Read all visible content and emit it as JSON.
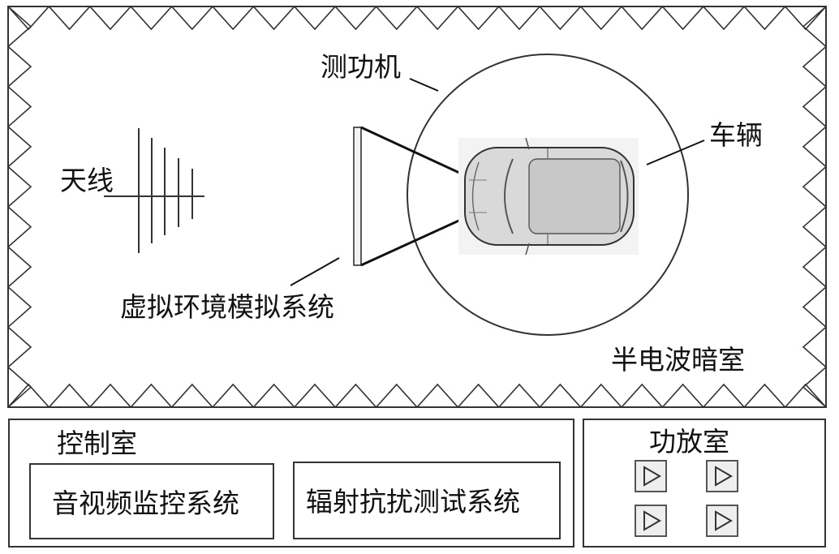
{
  "anechoic_chamber": {
    "label": "半电波暗室",
    "antenna_label": "天线",
    "dynamometer_label": "测功机",
    "vehicle_label": "车辆",
    "virtual_env_label": "虚拟环境模拟系统"
  },
  "control_room": {
    "title": "控制室",
    "av_monitor_label": "音视频监控系统",
    "emi_test_label": "辐射抗扰测试系统"
  },
  "amplifier_room": {
    "title": "功放室",
    "amplifiers": [
      "amplifier",
      "amplifier",
      "amplifier",
      "amplifier"
    ]
  },
  "colors": {
    "stroke": "#333333",
    "car_body": "#d9d9d9",
    "amp_fill": "#eeeeee"
  }
}
